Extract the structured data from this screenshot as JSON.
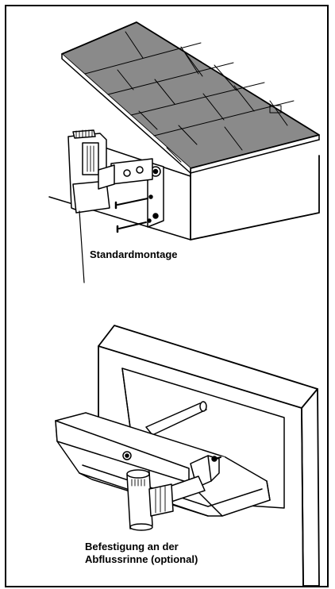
{
  "captions": {
    "top": "Standardmontage",
    "bottom_line1": "Befestigung an der",
    "bottom_line2": "Abflussrinne (optional)"
  },
  "colors": {
    "roof_fill": "#8a8a8a",
    "line": "#000000",
    "background": "#ffffff"
  },
  "figures": [
    {
      "name": "standard-mount-illustration"
    },
    {
      "name": "gutter-mount-illustration"
    }
  ]
}
